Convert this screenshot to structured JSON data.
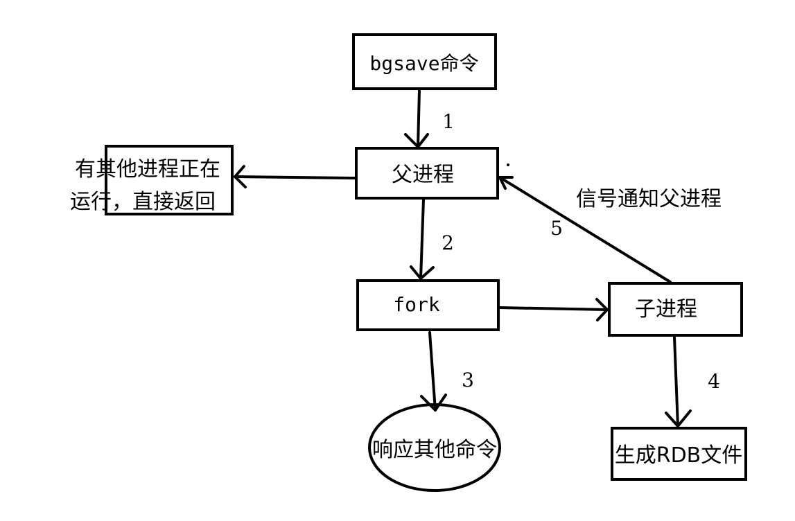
{
  "nodes": {
    "bgsave": "bgsave命令",
    "parent": "父进程",
    "busy_line1": "有其他进程正在",
    "busy_line2": "运行，直接返回",
    "fork": "fork",
    "child": "子进程",
    "respond": "响应其他命令",
    "rdb": "生成RDB文件"
  },
  "edges": {
    "signal_label": "信号通知父进程",
    "steps": [
      "1",
      "2",
      "3",
      "4",
      "5"
    ]
  }
}
